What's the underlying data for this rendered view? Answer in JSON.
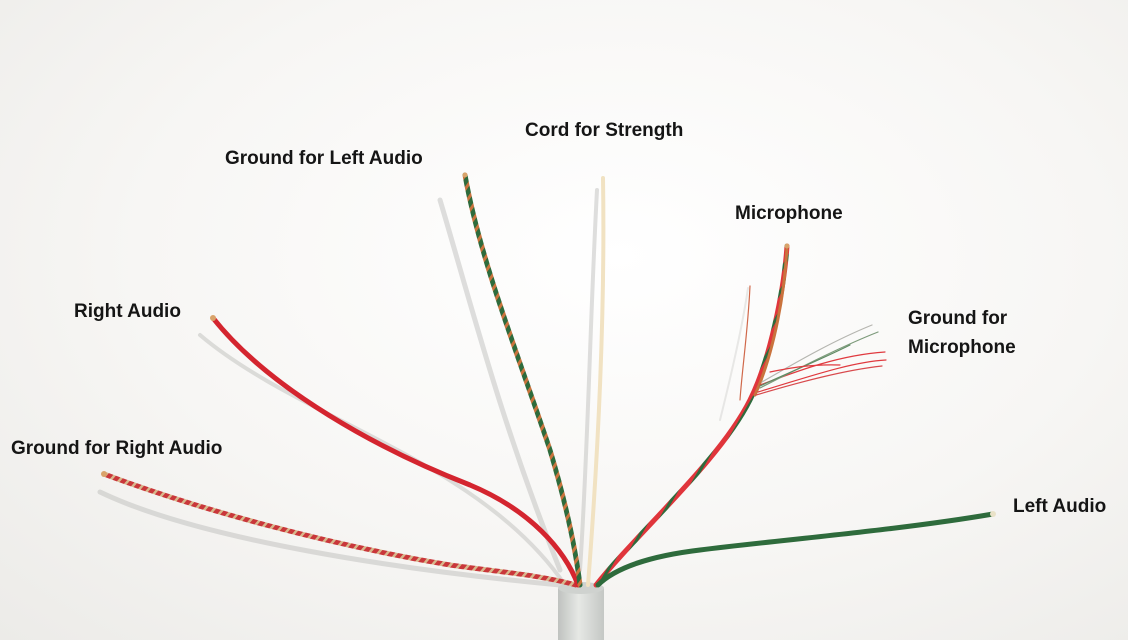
{
  "labels": {
    "cord_for_strength": "Cord for Strength",
    "ground_for_left_audio": "Ground for Left Audio",
    "microphone": "Microphone",
    "right_audio": "Right Audio",
    "ground_for_microphone_line1": "Ground for",
    "ground_for_microphone_line2": "Microphone",
    "ground_for_right_audio": "Ground for Right Audio",
    "left_audio": "Left Audio"
  },
  "wire_colors": {
    "red": "#d4252f",
    "green": "#2e6b3c",
    "copper": "#c9733d",
    "white_cord": "#f1e2c2",
    "cable_jacket": "#d8dad7"
  }
}
